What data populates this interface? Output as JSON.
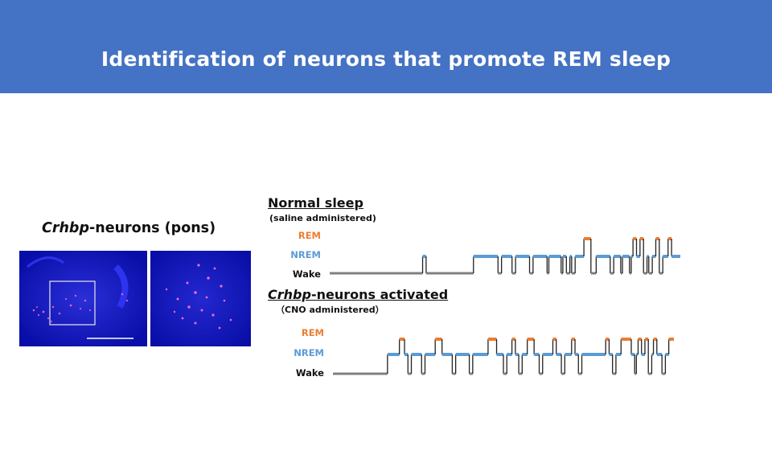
{
  "header": {
    "title": "Identification of neurons that promote REM sleep",
    "color": "#4472C4"
  },
  "left_panel": {
    "label_italic": "Crhbp",
    "label_rest": "-neurons (pons)"
  },
  "normal": {
    "title": "Normal sleep",
    "subtitle": "(saline administered)"
  },
  "activated": {
    "title_italic": "Crhbp",
    "title_rest": "-neurons activated",
    "subtitle": "（CNO administered）"
  },
  "states": {
    "rem": "REM",
    "nrem": "NREM",
    "wake": "Wake"
  },
  "colors": {
    "rem": "#ED7D31",
    "nrem": "#5B9BD5",
    "wake": "#808080",
    "transition": "#222222",
    "micro_bg": "#0c10b6"
  },
  "hypnograms": [
    {
      "name": "normal",
      "segments": [
        [
          "W",
          0.0,
          0.265
        ],
        [
          "N",
          0.265,
          0.275
        ],
        [
          "W",
          0.275,
          0.41
        ],
        [
          "N",
          0.41,
          0.48
        ],
        [
          "W",
          0.48,
          0.49
        ],
        [
          "N",
          0.49,
          0.52
        ],
        [
          "W",
          0.52,
          0.53
        ],
        [
          "N",
          0.53,
          0.57
        ],
        [
          "W",
          0.57,
          0.58
        ],
        [
          "N",
          0.58,
          0.62
        ],
        [
          "W",
          0.62,
          0.625
        ],
        [
          "N",
          0.625,
          0.66
        ],
        [
          "W",
          0.66,
          0.665
        ],
        [
          "N",
          0.665,
          0.675
        ],
        [
          "W",
          0.675,
          0.685
        ],
        [
          "N",
          0.685,
          0.69
        ],
        [
          "W",
          0.69,
          0.7
        ],
        [
          "N",
          0.7,
          0.725
        ],
        [
          "R",
          0.725,
          0.745
        ],
        [
          "W",
          0.745,
          0.76
        ],
        [
          "N",
          0.76,
          0.8
        ],
        [
          "W",
          0.8,
          0.81
        ],
        [
          "N",
          0.81,
          0.83
        ],
        [
          "W",
          0.83,
          0.835
        ],
        [
          "N",
          0.835,
          0.855
        ],
        [
          "W",
          0.855,
          0.86
        ],
        [
          "N",
          0.86,
          0.865
        ],
        [
          "R",
          0.865,
          0.875
        ],
        [
          "N",
          0.875,
          0.885
        ],
        [
          "R",
          0.885,
          0.895
        ],
        [
          "W",
          0.895,
          0.905
        ],
        [
          "N",
          0.905,
          0.91
        ],
        [
          "W",
          0.91,
          0.92
        ],
        [
          "N",
          0.92,
          0.93
        ],
        [
          "R",
          0.93,
          0.94
        ],
        [
          "W",
          0.94,
          0.95
        ],
        [
          "N",
          0.95,
          0.965
        ],
        [
          "R",
          0.965,
          0.975
        ],
        [
          "N",
          0.975,
          1.0
        ]
      ]
    },
    {
      "name": "activated",
      "segments": [
        [
          "W",
          0.0,
          0.16
        ],
        [
          "N",
          0.16,
          0.195
        ],
        [
          "R",
          0.195,
          0.21
        ],
        [
          "N",
          0.21,
          0.22
        ],
        [
          "W",
          0.22,
          0.23
        ],
        [
          "N",
          0.23,
          0.26
        ],
        [
          "W",
          0.26,
          0.27
        ],
        [
          "N",
          0.27,
          0.3
        ],
        [
          "R",
          0.3,
          0.32
        ],
        [
          "N",
          0.32,
          0.35
        ],
        [
          "W",
          0.35,
          0.36
        ],
        [
          "N",
          0.36,
          0.4
        ],
        [
          "W",
          0.4,
          0.41
        ],
        [
          "N",
          0.41,
          0.455
        ],
        [
          "R",
          0.455,
          0.48
        ],
        [
          "N",
          0.48,
          0.5
        ],
        [
          "W",
          0.5,
          0.51
        ],
        [
          "N",
          0.51,
          0.525
        ],
        [
          "R",
          0.525,
          0.535
        ],
        [
          "N",
          0.535,
          0.545
        ],
        [
          "W",
          0.545,
          0.555
        ],
        [
          "N",
          0.555,
          0.57
        ],
        [
          "R",
          0.57,
          0.59
        ],
        [
          "N",
          0.59,
          0.605
        ],
        [
          "W",
          0.605,
          0.615
        ],
        [
          "N",
          0.615,
          0.645
        ],
        [
          "R",
          0.645,
          0.655
        ],
        [
          "N",
          0.655,
          0.67
        ],
        [
          "W",
          0.67,
          0.68
        ],
        [
          "N",
          0.68,
          0.7
        ],
        [
          "R",
          0.7,
          0.71
        ],
        [
          "N",
          0.71,
          0.72
        ],
        [
          "W",
          0.72,
          0.73
        ],
        [
          "N",
          0.73,
          0.8
        ],
        [
          "R",
          0.8,
          0.81
        ],
        [
          "N",
          0.81,
          0.82
        ],
        [
          "W",
          0.82,
          0.83
        ],
        [
          "N",
          0.83,
          0.845
        ],
        [
          "R",
          0.845,
          0.875
        ],
        [
          "N",
          0.875,
          0.885
        ],
        [
          "W",
          0.885,
          0.89
        ],
        [
          "N",
          0.89,
          0.895
        ],
        [
          "R",
          0.895,
          0.905
        ],
        [
          "N",
          0.905,
          0.915
        ],
        [
          "R",
          0.915,
          0.925
        ],
        [
          "W",
          0.925,
          0.935
        ],
        [
          "N",
          0.935,
          0.94
        ],
        [
          "R",
          0.94,
          0.95
        ],
        [
          "N",
          0.95,
          0.965
        ],
        [
          "W",
          0.965,
          0.975
        ],
        [
          "N",
          0.975,
          0.985
        ],
        [
          "R",
          0.985,
          1.0
        ]
      ]
    }
  ]
}
